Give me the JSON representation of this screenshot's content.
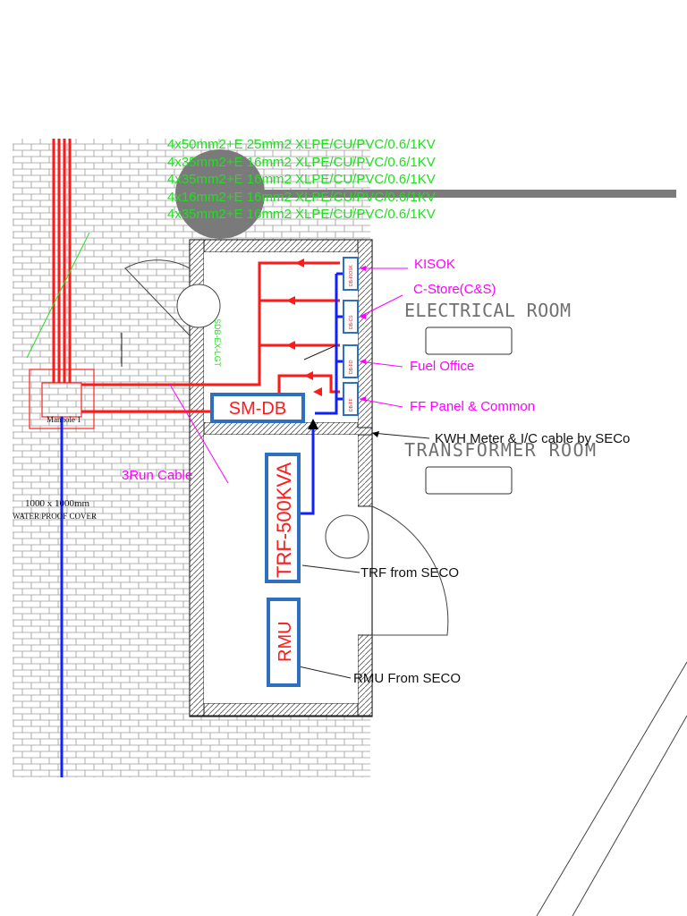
{
  "cable_notes": [
    "4x50mm2+E 25mm2 XLPE/CU/PVC/0.6/1KV",
    "4x35mm2+E 16mm2 XLPE/CU/PVC/0.6/1KV",
    "4x35mm2+E 16mm2 XLPE/CU/PVC/0.6/1KV",
    "4x16mm2+E 16mm2 XLPE/CU/PVC/0.6/1KV",
    "4x35mm2+E 16mm2 XLPE/CU/PVC/0.6/1KV"
  ],
  "rooms": {
    "electrical": "ELECTRICAL ROOM",
    "transformer": "TRANSFORMER ROOM"
  },
  "panels": [
    {
      "label": "KISOK",
      "code": "DB-KIOSK"
    },
    {
      "label": "C-Store(C&S)",
      "code": "DB-CS"
    },
    {
      "label": "Fuel Office",
      "code": "DB-FO"
    },
    {
      "label": "FF Panel & Common",
      "code": "DB-FF"
    }
  ],
  "equipment": {
    "smdb": "SM-DB",
    "trf": "TRF-500KVA",
    "rmu": "RMU"
  },
  "annotations": {
    "kwh": "KWH Meter & I/C cable by SECo",
    "trf_from": "TRF from SECO",
    "rmu_from": "RMU From SECO",
    "run_cable": "3Run Cable",
    "sdb_ext": "SDB-EX-LGT",
    "manhole": "Manhole 1",
    "cover_size": "1000 x 1000mm",
    "cover_desc": "WATER PROOF COVER"
  },
  "colors": {
    "red_cable": "#ff1a1a",
    "blue_cable": "#1020ff",
    "magenta": "#ff00ff",
    "green": "#22dd22",
    "equip_border": "#2f6fbf",
    "equip_text": "#ff1a1a",
    "gray_room": "#707070"
  }
}
